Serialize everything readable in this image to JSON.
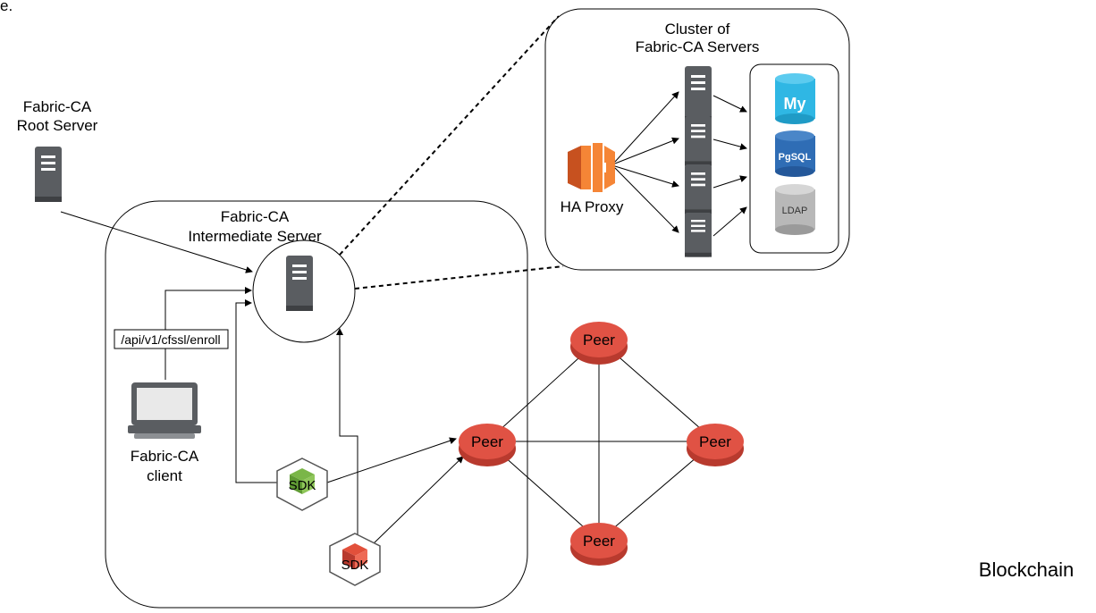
{
  "nodes": {
    "root_server_label_line1": "Fabric-CA",
    "root_server_label_line2": "Root Server",
    "intermediate_label_line1": "Fabric-CA",
    "intermediate_label_line2": "Intermediate Server",
    "cluster_label_line1": "Cluster of",
    "cluster_label_line2": "Fabric-CA Servers",
    "ha_proxy_label": "HA Proxy",
    "client_label_line1": "Fabric-CA",
    "client_label_line2": "client",
    "api_path_label": "/api/v1/cfssl/enroll",
    "sdk_green_label": "SDK",
    "sdk_red_label": "SDK",
    "peer_labels": [
      "Peer",
      "Peer",
      "Peer",
      "Peer"
    ],
    "mysql_label": "My",
    "pgsql_label": "PgSQL",
    "ldap_label": "LDAP",
    "blockchain_label": "Blockchain",
    "corner_mark": "e."
  },
  "colors": {
    "server_gray": "#5a5d61",
    "peer_red": "#e05244",
    "peer_dark": "#b83a2e",
    "aws_orange": "#f58536",
    "mysql_blue": "#2fb7e4",
    "pgsql_blue": "#2f6db5",
    "ldap_gray": "#b8b8b8",
    "sdk_green": "#7ab648",
    "sdk_red": "#e2503b"
  }
}
